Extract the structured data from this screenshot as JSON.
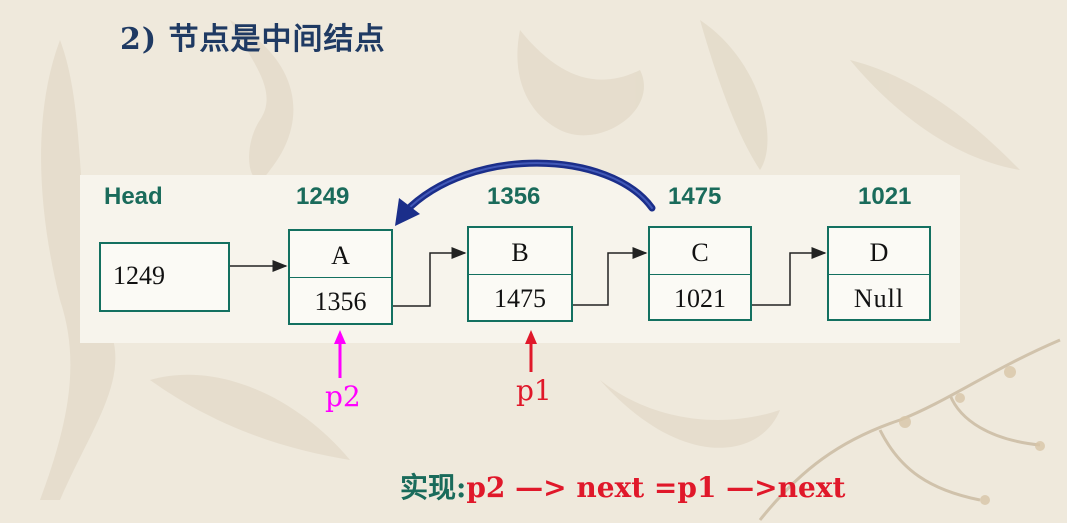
{
  "title": "2) 节点是中间结点",
  "head": {
    "label": "Head",
    "value": "1249"
  },
  "nodes": [
    {
      "address": "1249",
      "data": "A",
      "next": "1356"
    },
    {
      "address": "1356",
      "data": "B",
      "next": "1475"
    },
    {
      "address": "1475",
      "data": "C",
      "next": "1021"
    },
    {
      "address": "1021",
      "data": "D",
      "next": "Null"
    }
  ],
  "pointers": [
    {
      "label": "p2",
      "color": "#ff00ff"
    },
    {
      "label": "p1",
      "color": "#e0182a"
    }
  ],
  "caption": {
    "label": "实现:",
    "code": "p2 —> next =p1 —>next"
  },
  "colors": {
    "box": "#137060",
    "header": "#1a6b5b",
    "curve_arrow": "#1b2e8a",
    "title": "#1f3a63"
  }
}
